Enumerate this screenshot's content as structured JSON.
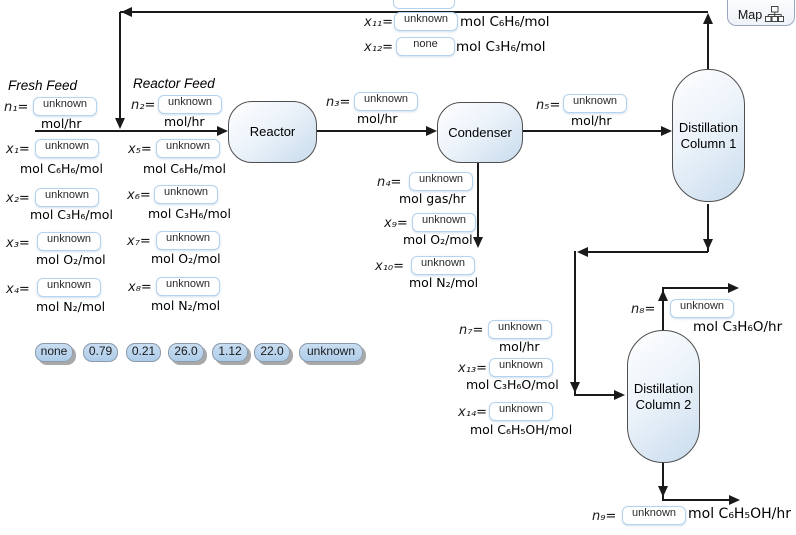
{
  "map_button": {
    "label": "Map"
  },
  "titles": {
    "fresh_feed": "Fresh Feed",
    "reactor_feed": "Reactor Feed"
  },
  "units": {
    "reactor": "Reactor",
    "condenser": "Condenser",
    "column1_line1": "Distillation",
    "column1_line2": "Column 1",
    "column2_line1": "Distillation",
    "column2_line2": "Column 2"
  },
  "fields": {
    "n1": {
      "label": "n₁=",
      "value": "unknown",
      "unit": "mol/hr"
    },
    "x1": {
      "label": "x₁=",
      "value": "unknown",
      "unit": "mol C₆H₆/mol"
    },
    "x2": {
      "label": "x₂=",
      "value": "unknown",
      "unit": "mol C₃H₆/mol"
    },
    "x3": {
      "label": "x₃=",
      "value": "unknown",
      "unit": "mol O₂/mol"
    },
    "x4": {
      "label": "x₄=",
      "value": "unknown",
      "unit": "mol N₂/mol"
    },
    "n2": {
      "label": "n₂=",
      "value": "unknown",
      "unit": "mol/hr"
    },
    "x5": {
      "label": "x₅=",
      "value": "unknown",
      "unit": "mol C₆H₆/mol"
    },
    "x6": {
      "label": "x₆=",
      "value": "unknown",
      "unit": "mol C₃H₆/mol"
    },
    "x7": {
      "label": "x₇=",
      "value": "unknown",
      "unit": "mol O₂/mol"
    },
    "x8": {
      "label": "x₈=",
      "value": "unknown",
      "unit": "mol N₂/mol"
    },
    "n3": {
      "label": "n₃=",
      "value": "unknown",
      "unit": "mol/hr"
    },
    "x11": {
      "label": "x₁₁=",
      "value": "unknown",
      "unit": "mol C₆H₆/mol"
    },
    "x12": {
      "label": "x₁₂=",
      "value": "none",
      "unit": "mol C₃H₆/mol"
    },
    "n4": {
      "label": "n₄=",
      "value": "unknown",
      "unit": "mol gas/hr"
    },
    "x9": {
      "label": "x₉=",
      "value": "unknown",
      "unit": "mol O₂/mol"
    },
    "x10": {
      "label": "x₁₀=",
      "value": "unknown",
      "unit": "mol N₂/mol"
    },
    "n5": {
      "label": "n₅=",
      "value": "unknown",
      "unit": "mol/hr"
    },
    "n8": {
      "label": "n₈=",
      "value": "unknown",
      "unit": "mol C₃H₆O/hr"
    },
    "n7": {
      "label": "n₇=",
      "value": "unknown",
      "unit": "mol/hr"
    },
    "x13": {
      "label": "x₁₃=",
      "value": "unknown",
      "unit": "mol C₃H₆O/mol"
    },
    "x14": {
      "label": "x₁₄=",
      "value": "unknown",
      "unit": "mol C₆H₅OH/mol"
    },
    "n9": {
      "label": "n₉=",
      "value": "unknown",
      "unit": "mol C₆H₅OH/hr"
    }
  },
  "chips": [
    "none",
    "0.79",
    "0.21",
    "26.0",
    "1.12",
    "22.0",
    "unknown"
  ]
}
